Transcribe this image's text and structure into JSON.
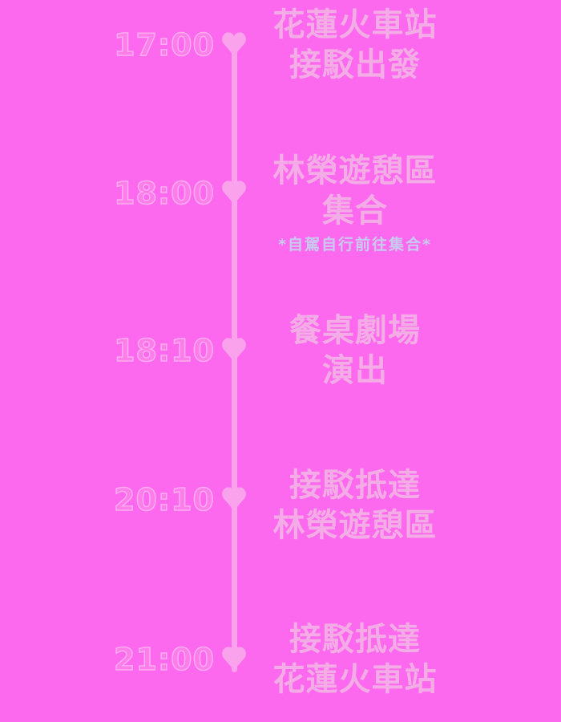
{
  "colors": {
    "background": "#fd69ee",
    "timeline_and_hearts": "#fba2ec",
    "heading_text": "#f4ace6",
    "time_text_outline": "#feabf0",
    "time_text_fill": "#fd7eea",
    "note_text": "#c9c9ef"
  },
  "timeline": {
    "items": [
      {
        "time": "17:00",
        "title_line1": "花蓮火車站",
        "title_line2": "接駁出發"
      },
      {
        "time": "18:00",
        "title_line1": "林榮遊憩區",
        "title_line2": "集合",
        "note": "*自駕自行前往集合*"
      },
      {
        "time": "18:10",
        "title_line1": "餐桌劇場",
        "title_line2": "演出"
      },
      {
        "time": "20:10",
        "title_line1": "接駁抵達",
        "title_line2": "林榮遊憩區"
      },
      {
        "time": "21:00",
        "title_line1": "接駁抵達",
        "title_line2": "花蓮火車站"
      }
    ]
  }
}
